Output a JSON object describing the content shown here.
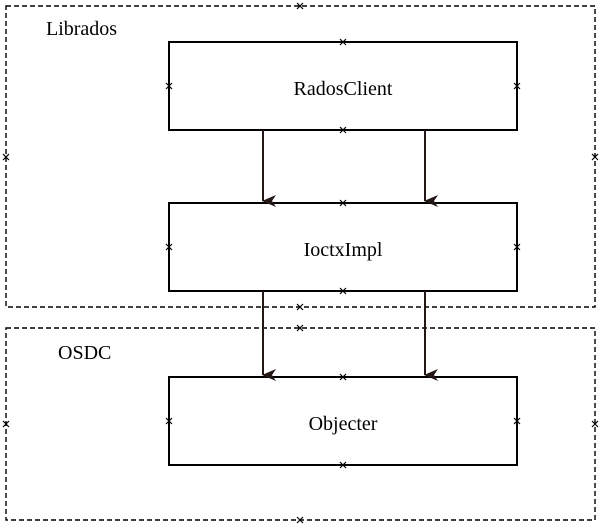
{
  "groups": {
    "librados": {
      "label": "Librados"
    },
    "osdc": {
      "label": "OSDC"
    }
  },
  "nodes": {
    "rados_client": {
      "label": "RadosClient"
    },
    "ioctx_impl": {
      "label": "IoctxImpl"
    },
    "objecter": {
      "label": "Objecter"
    }
  },
  "edges": [
    {
      "from": "RadosClient",
      "to": "IoctxImpl",
      "count": 2
    },
    {
      "from": "IoctxImpl",
      "to": "Objecter",
      "count": 2
    }
  ],
  "colors": {
    "stroke": "#000000",
    "arrow": "#231815",
    "background": "#ffffff"
  }
}
